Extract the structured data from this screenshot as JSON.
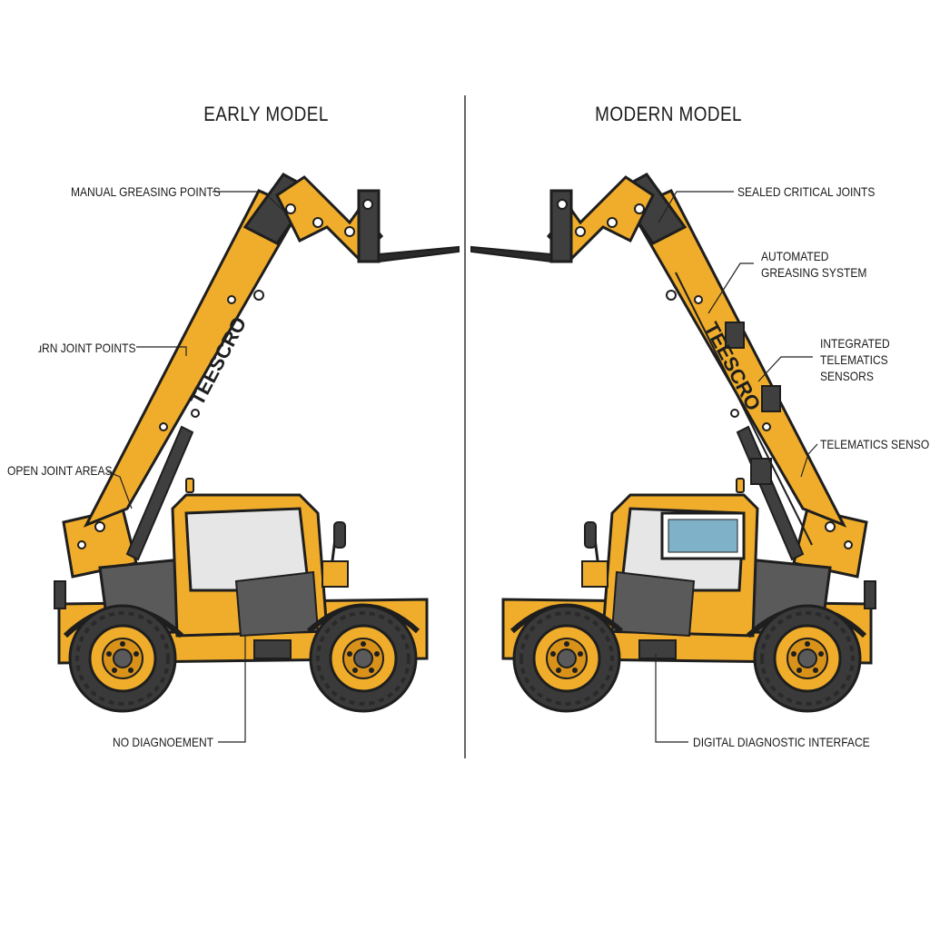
{
  "left_panel": {
    "title": "EARLY MODEL",
    "boom_brand": "TEESCRO",
    "callouts": {
      "manual_greasing": "MANUAL GREASING POINTS",
      "joint_points": "ɹRN JOINT POINTS",
      "open_joint": "OPEN JOINT AREAS",
      "no_diag": "NO DIAGNOEMENT"
    }
  },
  "right_panel": {
    "title": "MODERN MODEL",
    "boom_brand": "TEESCRO",
    "callouts": {
      "sealed": "SEALED CRITICAL JOINTS",
      "auto_greasing": [
        "AUTOMATED",
        "GREASING SYSTEM"
      ],
      "integrated": [
        "INTEGRATED",
        "TELEMATICS",
        "SENSORS"
      ],
      "telematics": "TELEMATICS SENSOR",
      "digital": "DIGITAL DIAGNOSTIC INTERFACE"
    }
  },
  "colors": {
    "body": "#f0ad2c",
    "body_dark": "#d8921a",
    "dark_panel": "#5a5a5a",
    "tire": "#3a3a3a",
    "outline": "#1e1e1e",
    "glass": "#e6e6e6",
    "screen": "#7fb2c9"
  },
  "icons": [
    "telehandler-early",
    "telehandler-modern",
    "divider-line"
  ]
}
